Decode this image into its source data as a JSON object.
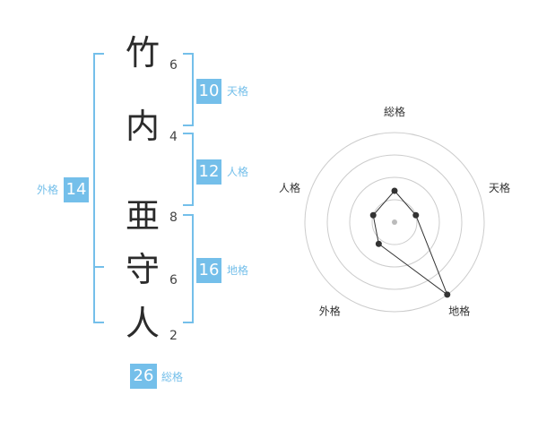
{
  "name": {
    "characters": [
      {
        "char": "竹",
        "strokes": "6"
      },
      {
        "char": "内",
        "strokes": "4"
      },
      {
        "char": "亜",
        "strokes": "8"
      },
      {
        "char": "守",
        "strokes": "6"
      },
      {
        "char": "人",
        "strokes": "2"
      }
    ]
  },
  "fortunes": {
    "tenkaku": {
      "value": "10",
      "label": "天格"
    },
    "jinkaku": {
      "value": "12",
      "label": "人格"
    },
    "chikaku": {
      "value": "16",
      "label": "地格"
    },
    "gaikaku": {
      "value": "14",
      "label": "外格"
    },
    "soukaku": {
      "value": "26",
      "label": "総格"
    }
  },
  "chart_data": {
    "type": "radar",
    "axes": [
      "総格",
      "天格",
      "地格",
      "外格",
      "人格"
    ],
    "values": [
      0.35,
      0.25,
      1.0,
      0.3,
      0.25
    ],
    "rings": 4,
    "colors": {
      "accent": "#74bfea",
      "line": "#333333",
      "ring": "#cccccc",
      "fill": "#eeeeee"
    }
  }
}
